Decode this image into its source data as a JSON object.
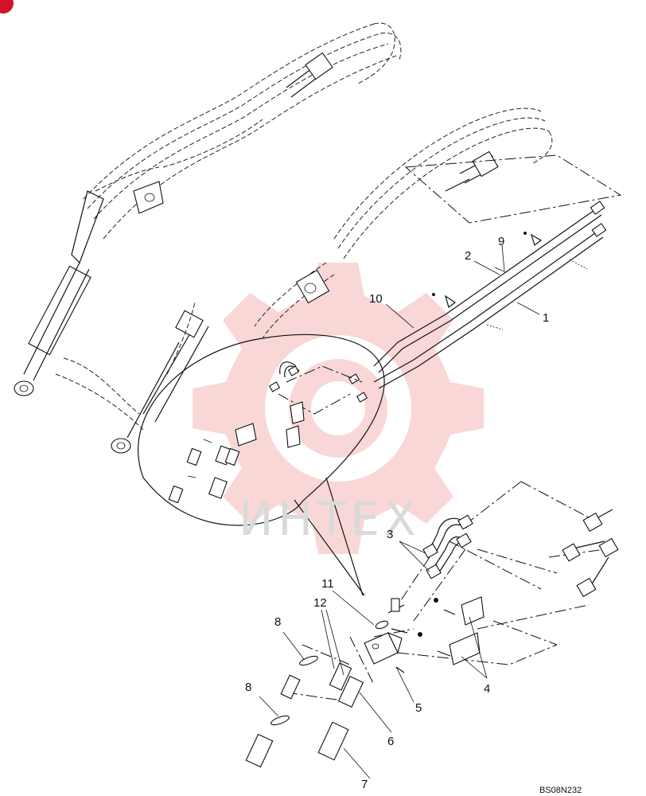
{
  "diagram": {
    "drawing_code": "BS08N232",
    "watermark": "ИНТЕХ",
    "callouts": [
      {
        "id": "c1",
        "label": "1"
      },
      {
        "id": "c2",
        "label": "2"
      },
      {
        "id": "c3",
        "label": "3"
      },
      {
        "id": "c4",
        "label": "4"
      },
      {
        "id": "c5",
        "label": "5"
      },
      {
        "id": "c6",
        "label": "6"
      },
      {
        "id": "c7",
        "label": "7"
      },
      {
        "id": "c8a",
        "label": "8"
      },
      {
        "id": "c8b",
        "label": "8"
      },
      {
        "id": "c9",
        "label": "9"
      },
      {
        "id": "c10",
        "label": "10"
      },
      {
        "id": "c11",
        "label": "11"
      },
      {
        "id": "c12",
        "label": "12"
      }
    ],
    "colors": {
      "ink": "#111111",
      "watermark_gear": "#f5b7b7",
      "watermark_text": "#d9d9d9",
      "corner_badge": "#d0142c"
    }
  }
}
